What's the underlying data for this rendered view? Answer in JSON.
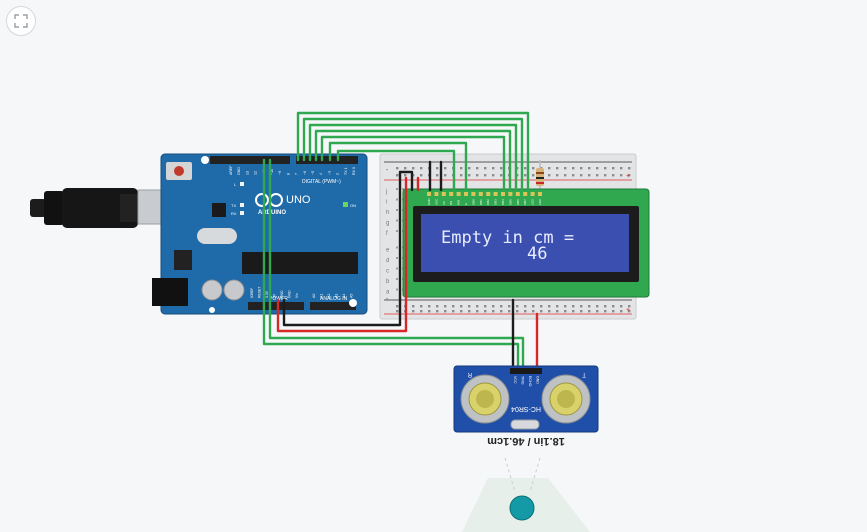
{
  "arduino": {
    "brand": "ARDUINO",
    "model": "UNO",
    "digital_header": "DIGITAL (PWM~)",
    "power_header": "POWER",
    "analog_header": "ANALOG IN",
    "led_l": "L",
    "led_tx": "TX",
    "led_rx": "RX",
    "on_label": "ON",
    "digital_pins": [
      "AREF",
      "GND",
      "13",
      "12",
      "~11",
      "~10",
      "~9",
      "8",
      "7",
      "~6",
      "~5",
      "4",
      "~3",
      "2",
      "TX 1",
      "RX 0"
    ],
    "power_pins": [
      "IOREF",
      "RESET",
      "3.3V",
      "5V",
      "GND",
      "GND",
      "Vin"
    ],
    "analog_pins": [
      "A0",
      "A1",
      "A2",
      "A3",
      "A4",
      "A5"
    ]
  },
  "breadboard": {
    "row_letters_left": [
      "j",
      "i",
      "h",
      "g",
      "f",
      "e",
      "d",
      "c",
      "b",
      "a"
    ],
    "rail_minus": "-",
    "rail_plus": "+"
  },
  "lcd": {
    "line1": "Empty in cm =",
    "line2": "46",
    "pins": [
      "GND",
      "VCC",
      "V0",
      "RS",
      "RW",
      "E",
      "DB0",
      "DB1",
      "DB2",
      "DB3",
      "DB4",
      "DB5",
      "DB6",
      "DB7",
      "LED",
      "LED"
    ],
    "backlight_color": "#3b4fb0"
  },
  "sensor": {
    "model": "HC-SR04",
    "left_mark": "R",
    "right_mark": "T",
    "pins": [
      "VCC",
      "TRIG",
      "ECHO",
      "GND"
    ],
    "distance_label": "18.1in / 46.1cm"
  },
  "colors": {
    "wire_green": "#2fa84f",
    "wire_black": "#1c1c1c",
    "wire_red": "#d62828",
    "arduino_blue": "#1f6aa8",
    "target": "#139aa6"
  }
}
